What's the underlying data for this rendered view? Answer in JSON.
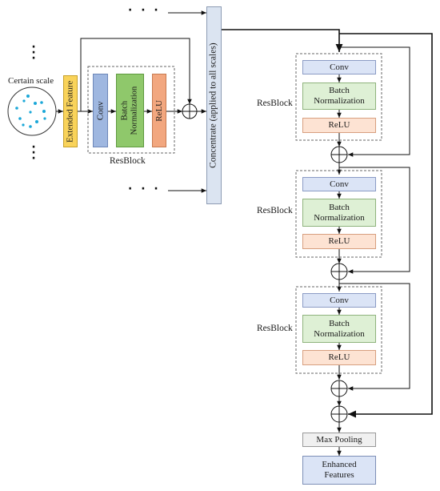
{
  "diagram": {
    "input": {
      "scale_label": "Certain scale",
      "extended_feature": "Extended Feature"
    },
    "left_resblock": {
      "conv": "Conv",
      "batch_norm_line1": "Batch",
      "batch_norm_line2": "Normalization",
      "relu": "ReLU",
      "label": "ResBlock"
    },
    "concat": {
      "label": "Concentrate (applied to all scales)"
    },
    "right_resblocks": [
      {
        "label": "ResBlock",
        "conv": "Conv",
        "batch_norm_line1": "Batch",
        "batch_norm_line2": "Normalization",
        "relu": "ReLU"
      },
      {
        "label": "ResBlock",
        "conv": "Conv",
        "batch_norm_line1": "Batch",
        "batch_norm_line2": "Normalization",
        "relu": "ReLU"
      },
      {
        "label": "ResBlock",
        "conv": "Conv",
        "batch_norm_line1": "Batch",
        "batch_norm_line2": "Normalization",
        "relu": "ReLU"
      }
    ],
    "max_pooling": "Max Pooling",
    "enhanced_line1": "Enhanced",
    "enhanced_line2": "Features",
    "ellipsis": "· · ·"
  },
  "colors": {
    "conv": "#dbe4f6",
    "batch_norm": "#def0d5",
    "relu": "#fde3d3",
    "conv_left": "#9fb7e0",
    "batch_norm_left": "#8fc86b",
    "relu_left": "#f2a77f",
    "extended_feature": "#f9d35a",
    "concat": "#dbe4f1",
    "point": "#1aa7d8"
  }
}
